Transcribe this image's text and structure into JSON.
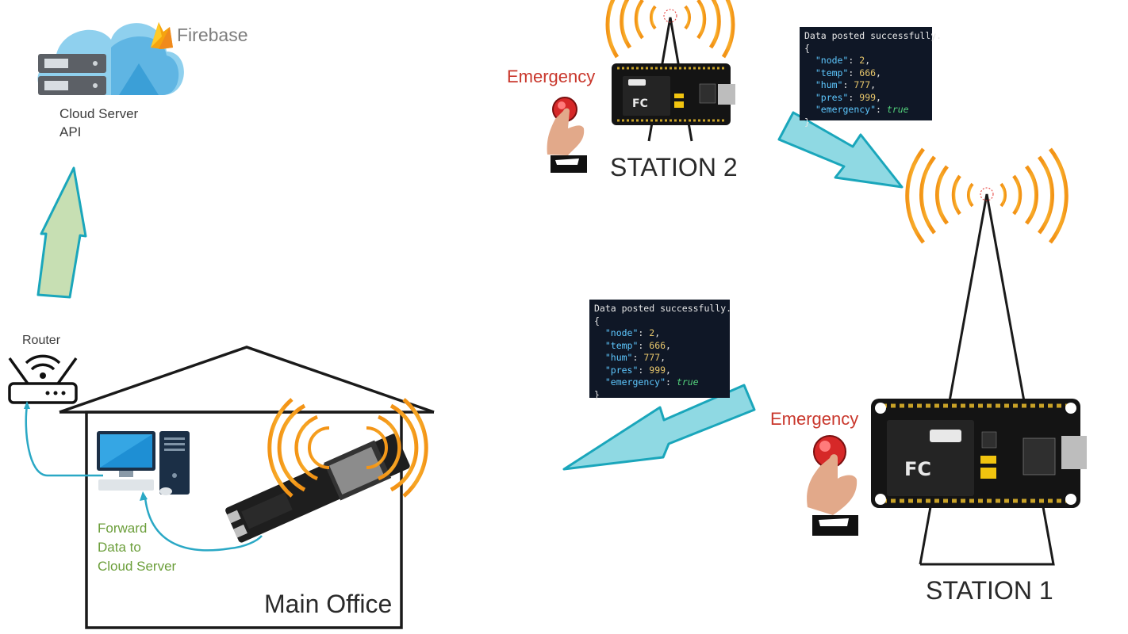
{
  "cloud": {
    "brand_label": "Firebase",
    "server_label_line1": "Cloud Server",
    "server_label_line2": "API"
  },
  "router": {
    "label": "Router"
  },
  "office": {
    "label": "Main Office",
    "forward_line1": "Forward",
    "forward_line2": "Data to",
    "forward_line3": "Cloud Server"
  },
  "station2": {
    "label": "STATION 2",
    "emergency_label": "Emergency"
  },
  "station1": {
    "label": "STATION 1",
    "emergency_label": "Emergency"
  },
  "terminal": {
    "header": "Data posted successfully.",
    "open_brace": "{",
    "close_brace": "}",
    "fields": [
      {
        "key": "\"node\"",
        "value": "2",
        "type": "number"
      },
      {
        "key": "\"temp\"",
        "value": "666",
        "type": "number"
      },
      {
        "key": "\"hum\"",
        "value": "777",
        "type": "number"
      },
      {
        "key": "\"pres\"",
        "value": "999",
        "type": "number"
      },
      {
        "key": "\"emergency\"",
        "value": "true",
        "type": "bool"
      }
    ]
  },
  "colors": {
    "arrow_up_fill": "#c7dfb3",
    "arrow_up_stroke": "#1aa6bb",
    "arrow_data_fill": "#8fd9e3",
    "arrow_data_stroke": "#1aa6bb",
    "cable": "#2aa8c5",
    "signal_orange": "#f6a21b",
    "emergency_red": "#c9372c",
    "forward_green": "#6b9e3a"
  }
}
